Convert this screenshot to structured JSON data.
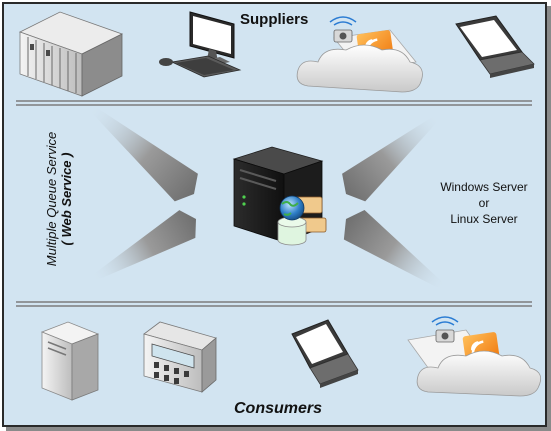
{
  "labels": {
    "suppliers": "Suppliers",
    "consumers": "Consumers",
    "server_line1": "Windows Server",
    "server_line2": "or",
    "server_line3": "Linux Server",
    "side_line1": "Multiple Queue Service",
    "side_line2": "( Web Service )"
  },
  "colors": {
    "background": "#d2e4f1",
    "divider": "#808080",
    "arrow": "#7a7a7a"
  },
  "icons": {
    "suppliers": [
      "blade-server-rack-icon",
      "desktop-computer-icon",
      "rss-cloud-feed-icon",
      "laptop-icon"
    ],
    "center": "web-server-icon",
    "consumers": [
      "tower-server-icon",
      "control-device-icon",
      "laptop-icon",
      "rss-cloud-feed-icon"
    ]
  }
}
